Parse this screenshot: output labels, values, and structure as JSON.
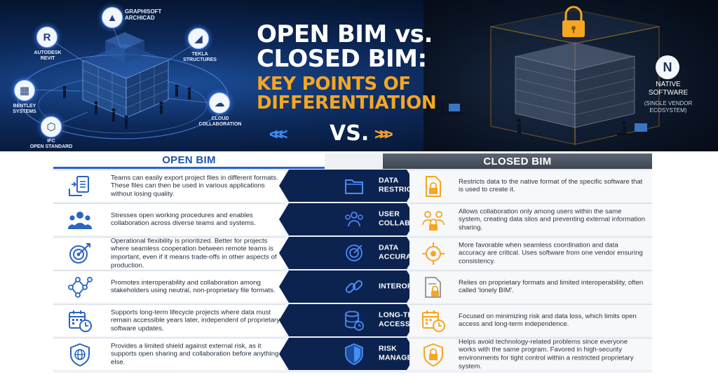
{
  "hero": {
    "title_line1": "OPEN BIM vs.",
    "title_line2": "CLOSED BIM:",
    "subtitle_line1": "KEY POINTS OF",
    "subtitle_line2": "DIFFERENTIATION",
    "vs_label": "VS.",
    "left_chevrons": "<<<",
    "right_chevrons": ">>>",
    "open_ecosystem": [
      {
        "name": "Graphisoft Archicad",
        "label_line1": "GRAPHISOFT",
        "label_line2": "ARCHICAD"
      },
      {
        "name": "Autodesk Revit",
        "label_line1": "AUTODESK",
        "label_line2": "REVIT",
        "glyph": "R"
      },
      {
        "name": "Tekla Structures",
        "label_line1": "TEKLA",
        "label_line2": "STRUCTURES"
      },
      {
        "name": "Bentley Systems",
        "label_line1": "BENTLEY",
        "label_line2": "SYSTEMS"
      },
      {
        "name": "IFC Open Standard",
        "label_line1": "IFC",
        "label_line2": "OPEN STANDARD"
      },
      {
        "name": "Cloud Collaboration",
        "label_line1": "CLOUD",
        "label_line2": "COLLABORATION"
      }
    ],
    "closed_ecosystem": {
      "glyph": "N",
      "label_line1": "NATIVE",
      "label_line2": "SOFTWARE",
      "sub_line1": "(SINGLE VENDOR",
      "sub_line2": "ECOSYSTEM)"
    }
  },
  "table": {
    "open_header": "OPEN BIM",
    "closed_header": "CLOSED BIM",
    "rows": [
      {
        "category_line1": "DATA",
        "category_line2": "RESTRICTIONS",
        "open": "Teams can easily export project files in different formats. These files can then be used in various applications without losing quality.",
        "closed": "Restricts data to the native format of the specific software that is used to create it.",
        "open_icon": "file-export-icon",
        "mid_icon": "folder-icon",
        "closed_icon": "locked-file-icon"
      },
      {
        "category_line1": "USER",
        "category_line2": "COLLABORATION",
        "open": "Stresses open working procedures and enables collaboration across diverse teams and systems.",
        "closed": "Allows collaboration only among users within the same system, creating data silos and preventing external information sharing.",
        "open_icon": "team-icon",
        "mid_icon": "users-icon",
        "closed_icon": "locked-users-icon"
      },
      {
        "category_line1": "DATA",
        "category_line2": "ACCURACY",
        "open": "Operational flexibility is prioritized. Better for projects where seamless cooperation between remote teams is important, even if it means trade-offs in other aspects of production.",
        "closed": "More favorable when seamless coordination and data accuracy are critical. Uses software from one vendor ensuring consistency.",
        "open_icon": "target-arrow-icon",
        "mid_icon": "target-icon",
        "closed_icon": "crosshair-icon"
      },
      {
        "category_line1": "INTEROPERABILITY",
        "category_line2": "",
        "open": "Promotes interoperability and collaboration among stakeholders using neutral, non-proprietary file formats.",
        "closed": "Relies on proprietary formats and limited interoperability, often called 'lonely BIM'.",
        "open_icon": "network-nodes-icon",
        "mid_icon": "chain-link-icon",
        "closed_icon": "locked-document-icon"
      },
      {
        "category_line1": "LONG-TERM",
        "category_line2": "ACCESSIBILITY",
        "open": "Supports long-term lifecycle projects where data must remain accessible years later, independent of proprietary software updates.",
        "closed": "Focused on minimizing risk and data loss, which limits open access and long-term independence.",
        "open_icon": "calendar-clock-icon",
        "mid_icon": "database-clock-icon",
        "closed_icon": "calendar-clock-icon"
      },
      {
        "category_line1": "RISK",
        "category_line2": "MANAGEMENT",
        "open": "Provides a limited shield against external risk, as it supports open sharing and collaboration before anything else.",
        "closed": "Helps avoid technology-related problems since everyone works with the same program. Favored in high-security environments for tight control within a restricted proprietary system.",
        "open_icon": "globe-shield-icon",
        "mid_icon": "shield-icon",
        "closed_icon": "shield-lock-icon"
      }
    ]
  },
  "colors": {
    "open_accent": "#2a64c4",
    "closed_accent": "#f5a623",
    "navy": "#0c2350",
    "gray_header": "#4a525d"
  }
}
